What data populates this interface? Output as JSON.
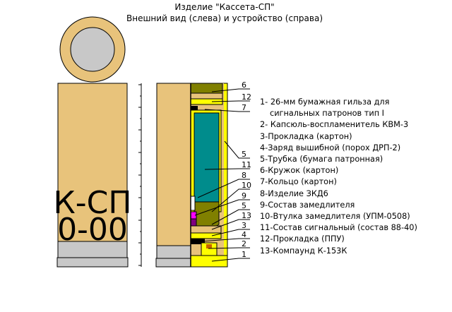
{
  "header": {
    "title": "Изделие \"Кассета-СП\"",
    "subtitle": "Внешний вид (слева) и устройство (справа)"
  },
  "marking": {
    "line1": "К-СП",
    "line2": "0-00"
  },
  "callouts": [
    "6",
    "12",
    "7",
    "5",
    "11",
    "8",
    "10",
    "9",
    "5",
    "13",
    "3",
    "4",
    "2",
    "1"
  ],
  "legend": [
    {
      "text": "1- 26-мм бумажная гильза для",
      "cont": "сигнальных патронов тип I"
    },
    {
      "text": "2- Капсюль-воспламенитель КВМ-3"
    },
    {
      "text": "3-Прокладка (картон)"
    },
    {
      "text": "4-Заряд вышибной (порох ДРП-2)"
    },
    {
      "text": "5-Трубка (бумага патронная)"
    },
    {
      "text": "6-Кружок (картон)"
    },
    {
      "text": "7-Кольцо (картон)"
    },
    {
      "text": "8-Изделие ЗКД6"
    },
    {
      "text": "9-Состав замедлителя"
    },
    {
      "text": "10-Втулка замедлителя (УПМ-0508)"
    },
    {
      "text": "11-Состав сигнальный (состав 88-40)"
    },
    {
      "text": "12-Прокладка (ППУ)"
    },
    {
      "text": "13-Компаунд К-153К"
    }
  ],
  "colors": {
    "paper": "#E8C37B",
    "paper_end": "#C8C8C8",
    "tube_yellow": "#FFFF00",
    "signal_teal": "#008C8C",
    "olive": "#808000",
    "magenta": "#FF00FF",
    "purple": "#800080",
    "black": "#000000"
  }
}
